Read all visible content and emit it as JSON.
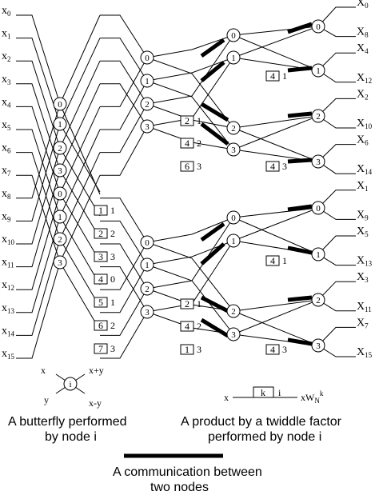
{
  "inputs": [
    "x0",
    "x1",
    "x2",
    "x3",
    "x4",
    "x5",
    "x6",
    "x7",
    "x8",
    "x9",
    "x10",
    "x11",
    "x12",
    "x13",
    "x14",
    "x15"
  ],
  "outputs": [
    "X0",
    "X8",
    "X4",
    "X12",
    "X2",
    "X10",
    "X6",
    "X14",
    "X1",
    "X9",
    "X5",
    "X13",
    "X3",
    "X11",
    "X7",
    "X15"
  ],
  "stage1_nodes": [
    "0",
    "1",
    "2",
    "3",
    "0",
    "1",
    "2",
    "3"
  ],
  "stage1_twiddles": [
    [
      "1",
      "1"
    ],
    [
      "2",
      "2"
    ],
    [
      "3",
      "3"
    ],
    [
      "4",
      "0"
    ],
    [
      "5",
      "1"
    ],
    [
      "6",
      "2"
    ],
    [
      "7",
      "3"
    ]
  ],
  "stage2_nodes": [
    "0",
    "1",
    "2",
    "3",
    "0",
    "1",
    "2",
    "3"
  ],
  "stage2_twiddles": [
    [
      "2",
      "1"
    ],
    [
      "4",
      "2"
    ],
    [
      "6",
      "3"
    ],
    [
      "2",
      "1"
    ],
    [
      "4",
      "2"
    ],
    [
      "1",
      "3"
    ]
  ],
  "stage3_nodes": [
    "0",
    "1",
    "2",
    "3",
    "0",
    "1",
    "2",
    "3"
  ],
  "stage3_twiddles": [
    [
      "4",
      "1"
    ],
    [
      "4",
      "3"
    ],
    [
      "4",
      "1"
    ],
    [
      "4",
      "3"
    ]
  ],
  "stage4_nodes": [
    "0",
    "1",
    "2",
    "3",
    "0",
    "1",
    "2",
    "3"
  ],
  "legend": {
    "butterfly_node": "i",
    "butterfly_in_top": "x",
    "butterfly_in_bottom": "y",
    "butterfly_out_top": "x+y",
    "butterfly_out_bottom": "x-y",
    "butterfly_caption_1": "A butterfly performed",
    "butterfly_caption_2": "by node i",
    "twiddle_in": "x",
    "twiddle_k": "k",
    "twiddle_i": "i",
    "twiddle_out": "xW",
    "twiddle_out_sub": "N",
    "twiddle_out_sup": "k",
    "twiddle_caption_1": "A product by a twiddle factor",
    "twiddle_caption_2": "performed by node i",
    "comm_caption_1": "A communication between",
    "comm_caption_2": "two nodes"
  }
}
